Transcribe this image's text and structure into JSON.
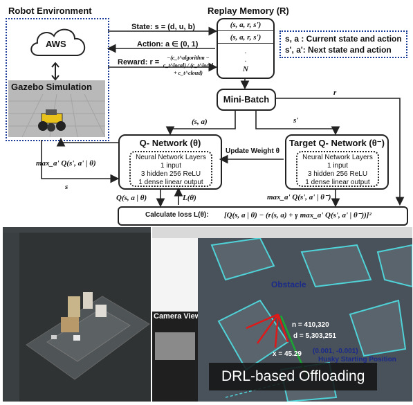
{
  "robot_env": {
    "title": "Robot Environment",
    "aws": "AWS",
    "gazebo": "Gazebo Simulation"
  },
  "replay": {
    "title": "Replay Memory (R)",
    "rows": [
      "(s, a, r, s')",
      "(s, a, r, s')",
      ".",
      ".",
      "N"
    ]
  },
  "signals": {
    "state": "State: s = (d, u, b)",
    "action": "Action: a ∈ (0, 1)",
    "reward_prefix": "Reward: r =",
    "reward_formula": "−(c_t^algorithm − c_t^local) / (c_t^local + c_t^cloud)"
  },
  "legend": {
    "line1": "s, a : Current state and action",
    "line2": "s', a': Next state and action"
  },
  "minibatch": {
    "label": "Mini-Batch"
  },
  "edge_labels": {
    "r": "r",
    "sa": "(s, a)",
    "s_prime": "s'",
    "max_q": "max_a' Q(s', a' | θ)",
    "s": "s",
    "update": "Update Weight θ",
    "q_sa": "Q(s, a | θ)",
    "l_theta": "L(θ)",
    "max_q_target": "max_a' Q(s', a' | θ⁻)"
  },
  "q_network": {
    "title": "Q- Network (θ)",
    "layers_title": "Neural Network Layers",
    "layers": [
      "1 input",
      "3 hidden 256 ReLU",
      "1 dense linear output"
    ]
  },
  "target_network": {
    "title": "Target Q- Network (θ⁻)",
    "layers_title": "Neural Network Layers",
    "layers": [
      "1 input",
      "3 hidden 256 ReLU",
      "1 dense linear output"
    ]
  },
  "loss": {
    "prefix": "Calculate loss L(θ):",
    "formula": "[Q(s, a | θ) − (r(s, a) + γ max_a' Q(s', a' | θ⁻))]²"
  },
  "screens": {
    "camera_label": "Camera View from Husky",
    "obstacle": "Obstacle",
    "n_value": "n = 410,320",
    "d_value": "d = 5,303,251",
    "x_value": "x = 45.29",
    "start_coords": "(0.001, -0.001)",
    "start_label": "Husky Starting Position",
    "badge": "DRL-based Offloading"
  },
  "colors": {
    "legend_border": "#1a3a9a",
    "screen_dark": "#2f3334",
    "rviz_bg": "#3c4147",
    "map_cyan": "#4fd3d8",
    "ray_red": "#e01818",
    "ray_green": "#1aa832"
  }
}
